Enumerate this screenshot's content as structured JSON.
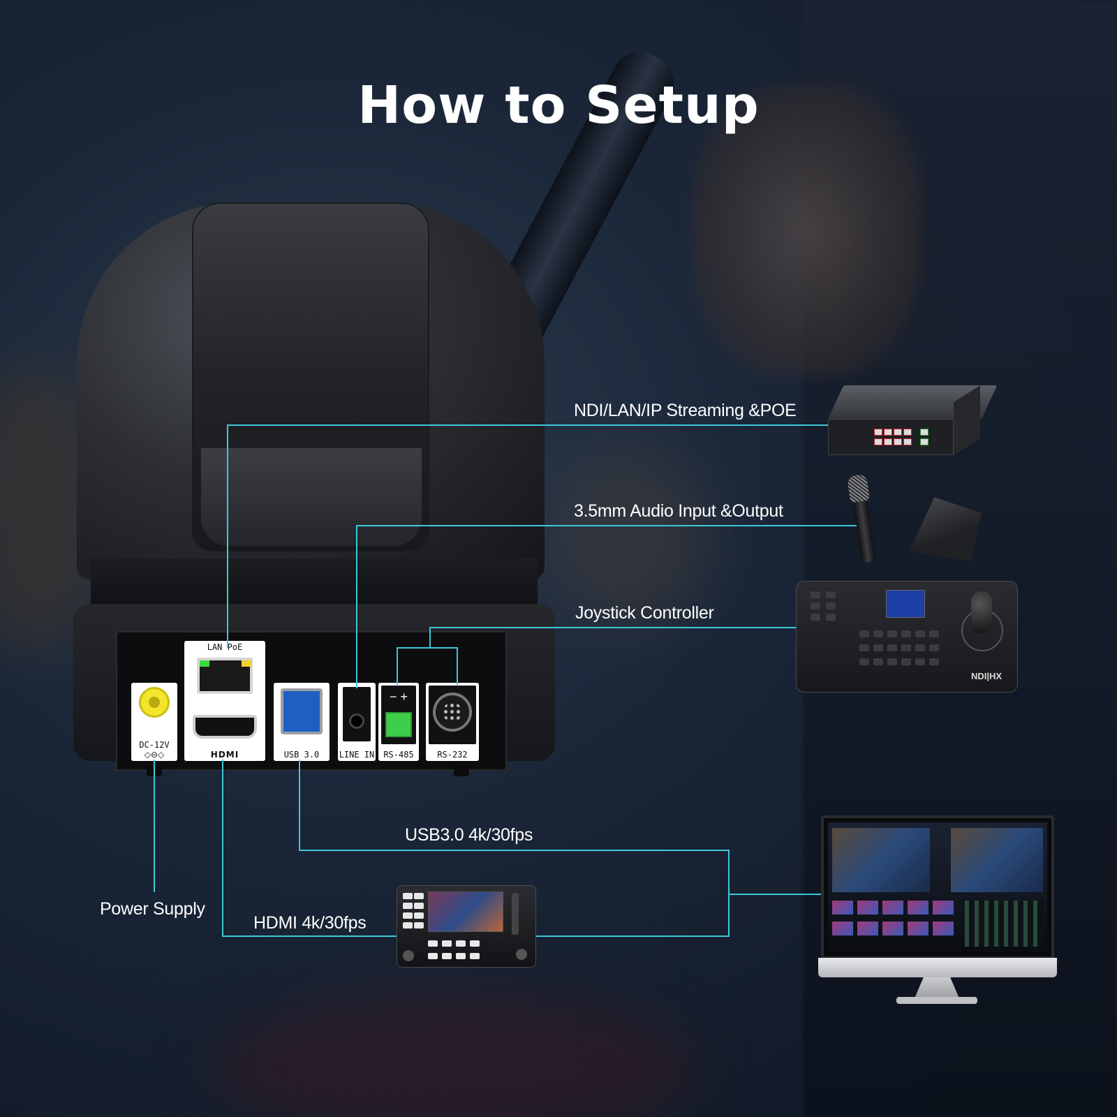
{
  "title": "How to Setup",
  "ports": {
    "dc": {
      "label": "DC-12V"
    },
    "lan": {
      "label": "LAN PoE"
    },
    "hdmi": {
      "label": "HDMI"
    },
    "usb": {
      "label": "USB 3.0"
    },
    "line_in": {
      "label": "LINE IN"
    },
    "rs485": {
      "label": "RS-485",
      "polarity": "− +"
    },
    "rs232": {
      "label": "RS-232"
    }
  },
  "connections": {
    "lan": "NDI/LAN/IP Streaming &POE",
    "audio": "3.5mm Audio Input &Output",
    "joystick": "Joystick Controller",
    "usb": "USB3.0 4k/30fps",
    "power": "Power Supply",
    "hdmi": "HDMI 4k/30fps"
  },
  "devices": {
    "joystick_logo": "NDI|HX"
  },
  "colors": {
    "connector_line": "#3ec8d8",
    "background": "#1a2638",
    "text": "#ffffff"
  }
}
